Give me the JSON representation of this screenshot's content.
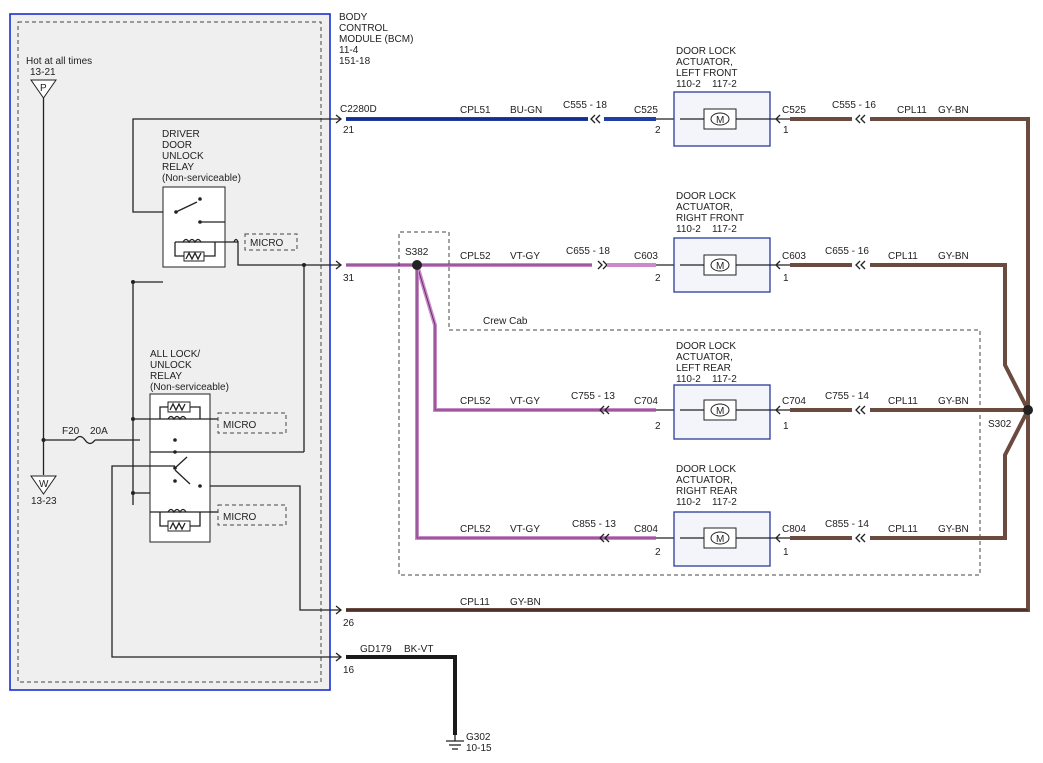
{
  "bcm": {
    "title_1": "BODY",
    "title_2": "CONTROL",
    "title_3": "MODULE (BCM)",
    "ref_1": "11-4",
    "ref_2": "151-18"
  },
  "power": {
    "hot_label": "Hot at all times",
    "hot_ref": "13-21",
    "hot_badge": "P",
    "fuse_label": "F20",
    "fuse_rating": "20A",
    "ground_badge": "W",
    "ground_ref": "13-23"
  },
  "driver_relay": {
    "line_1": "DRIVER",
    "line_2": "DOOR",
    "line_3": "UNLOCK",
    "line_4": "RELAY",
    "line_5": "(Non-serviceable)",
    "micro": "MICRO"
  },
  "all_relay": {
    "line_1": "ALL LOCK/",
    "line_2": "UNLOCK",
    "line_3": "RELAY",
    "line_4": "(Non-serviceable)",
    "micro_1": "MICRO",
    "micro_2": "MICRO"
  },
  "bcm_pins": {
    "c2280d": "C2280D",
    "pin_21": "21",
    "pin_31": "31",
    "pin_26": "26",
    "pin_16": "16"
  },
  "actuators": {
    "lf": {
      "l1": "DOOR LOCK",
      "l2": "ACTUATOR,",
      "l3": "LEFT FRONT",
      "ref": "110-2    117-2"
    },
    "rf": {
      "l1": "DOOR LOCK",
      "l2": "ACTUATOR,",
      "l3": "RIGHT FRONT",
      "ref": "110-2    117-2"
    },
    "lr": {
      "l1": "DOOR LOCK",
      "l2": "ACTUATOR,",
      "l3": "LEFT REAR",
      "ref": "110-2    117-2"
    },
    "rr": {
      "l1": "DOOR LOCK",
      "l2": "ACTUATOR,",
      "l3": "RIGHT REAR",
      "ref": "110-2    117-2"
    },
    "motor_symbol": "M"
  },
  "circuits": {
    "row1": {
      "cpl": "CPL51",
      "color": "BU-GN",
      "inline": "C555 - 18",
      "conn_l": "C525",
      "pin_l": "2",
      "conn_r": "C525",
      "pin_r": "1",
      "inline_r": "C555 - 16",
      "cpl_r": "CPL11",
      "color_r": "GY-BN"
    },
    "row2": {
      "splice": "S382",
      "cpl": "CPL52",
      "color": "VT-GY",
      "inline": "C655 - 18",
      "conn_l": "C603",
      "pin_l": "2",
      "conn_r": "C603",
      "pin_r": "1",
      "inline_r": "C655 - 16",
      "cpl_r": "CPL11",
      "color_r": "GY-BN"
    },
    "row3": {
      "cpl": "CPL52",
      "color": "VT-GY",
      "inline": "C755 - 13",
      "conn_l": "C704",
      "pin_l": "2",
      "conn_r": "C704",
      "pin_r": "1",
      "inline_r": "C755 - 14",
      "cpl_r": "CPL11",
      "color_r": "GY-BN"
    },
    "row4": {
      "cpl": "CPL52",
      "color": "VT-GY",
      "inline": "C855 - 13",
      "conn_l": "C804",
      "pin_l": "2",
      "conn_r": "C804",
      "pin_r": "1",
      "inline_r": "C855 - 14",
      "cpl_r": "CPL11",
      "color_r": "GY-BN"
    },
    "return": {
      "cpl": "CPL11",
      "color": "GY-BN",
      "splice": "S302"
    },
    "ground": {
      "cpl": "GD179",
      "color": "BK-VT",
      "gnd": "G302",
      "gnd_ref": "10-15"
    }
  },
  "crew_cab": "Crew Cab",
  "colors": {
    "blue_wire": "#1f3fa8",
    "violet_wire": "#c98ac9",
    "brown_wire": "#6b4a3f",
    "bcm_border": "#1a2fd0",
    "bcm_fill": "#efefef"
  }
}
